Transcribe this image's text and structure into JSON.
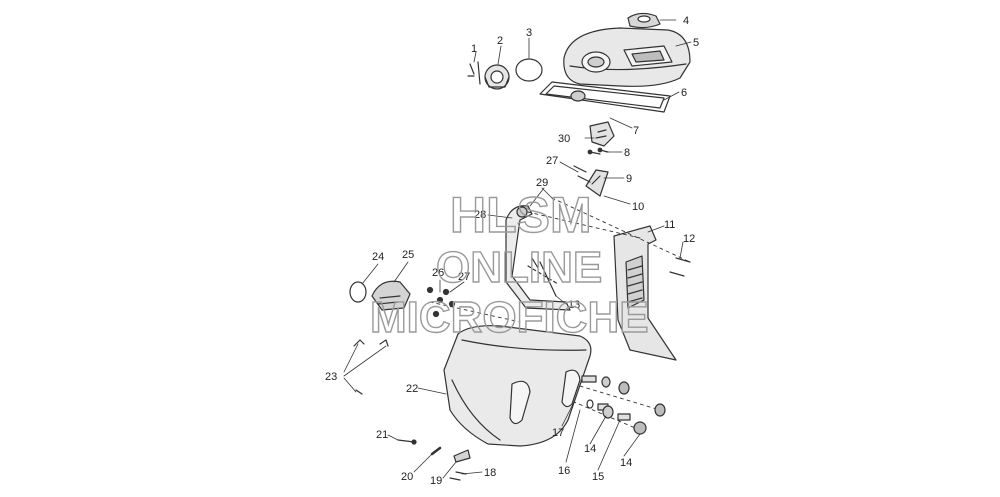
{
  "watermark": {
    "line1": "HLSM",
    "line2": "ONLINE",
    "line3": "MICROFICHE"
  },
  "callouts": [
    "1",
    "2",
    "3",
    "4",
    "5",
    "6",
    "7",
    "8",
    "9",
    "10",
    "11",
    "12",
    "13",
    "14",
    "14",
    "15",
    "16",
    "17",
    "18",
    "19",
    "20",
    "21",
    "22",
    "23",
    "24",
    "25",
    "26",
    "27",
    "27",
    "28",
    "29",
    "30"
  ]
}
